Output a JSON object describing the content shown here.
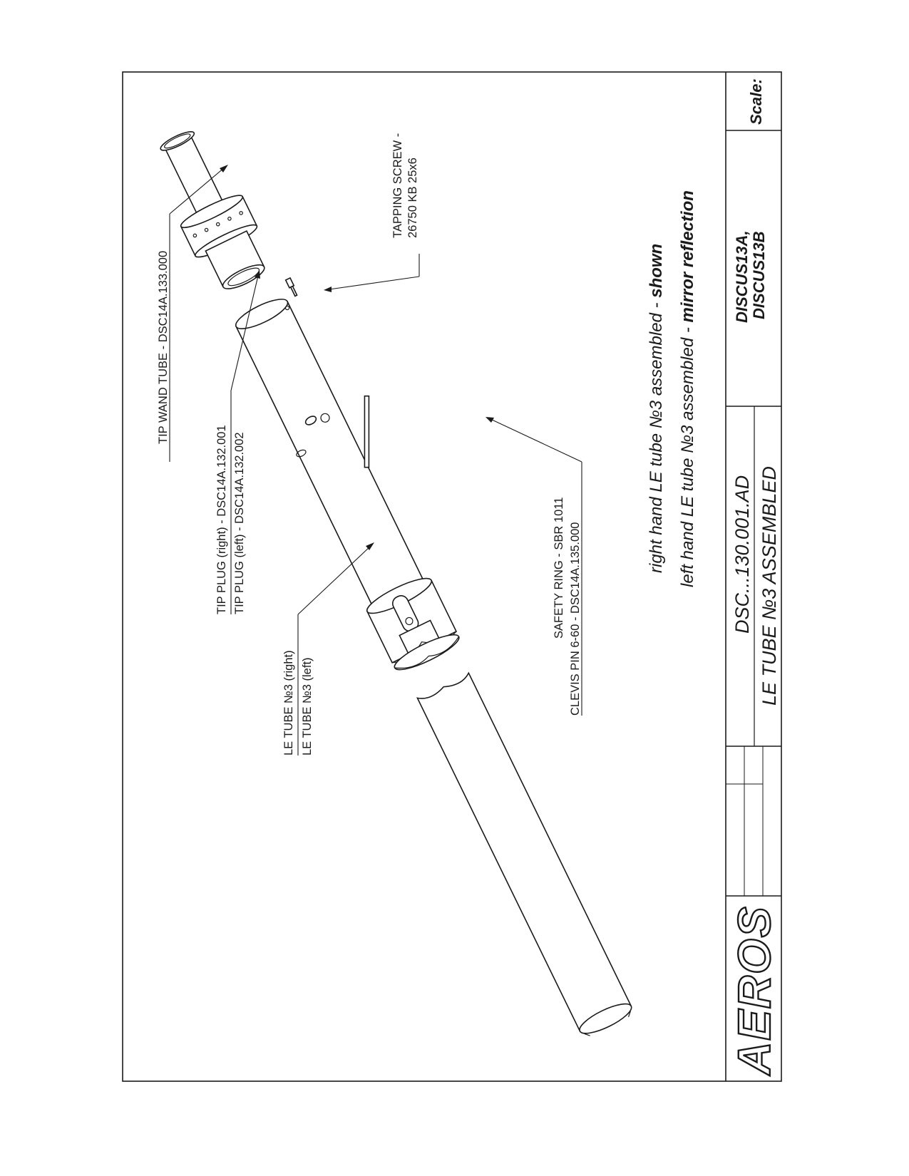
{
  "labels": {
    "tip_wand_tube": "TIP WAND TUBE - DSC14A.133.000",
    "tapping_screw_1": "TAPPING SCREW -",
    "tapping_screw_2": "26750 KB 25x6",
    "tip_plug_right": "TIP PLUG (right) - DSC14A.132.001",
    "tip_plug_left": "TIP PLUG (left) - DSC14A.132.002",
    "le_tube_right": "LE TUBE №3 (right)",
    "le_tube_left": "LE TUBE №3 (left)",
    "safety_ring": "SAFETY RING - SBR 1011",
    "clevis_pin": "CLEVIS PIN 6-60 - DSC14A.135.000"
  },
  "notes": {
    "line1_prefix": "right hand LE tube №3 assembled - ",
    "line1_bold": "shown",
    "line2_prefix": "left hand LE tube №3 assembled - ",
    "line2_bold": "mirror reflection"
  },
  "title_block": {
    "scale_label": "Scale:",
    "model_1": "DISCUS13A,",
    "model_2": "DISCUS13B",
    "drawing_number": "DSC...130.001.AD",
    "drawing_title": "LE TUBE №3 ASSEMBLED",
    "logo": "AEROS"
  }
}
